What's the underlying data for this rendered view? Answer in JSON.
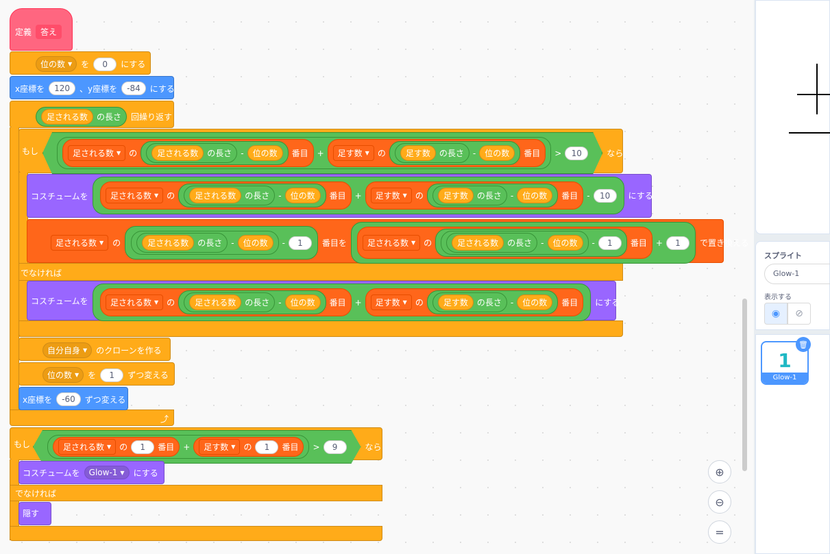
{
  "define": {
    "label": "定義",
    "name": "答え"
  },
  "b1": {
    "var": "位の数",
    "t1": "を",
    "v": "0",
    "t2": "にする"
  },
  "b2": {
    "t1": "x座標を",
    "x": "120",
    "t2": "、y座標を",
    "y": "-84",
    "t3": "にする"
  },
  "repeat": {
    "var": "足される数",
    "t1": "の長さ",
    "t2": "回繰り返す"
  },
  "if1": {
    "kw": "もし",
    "a": "足される数",
    "of": "の",
    "b": "足される数",
    "len": "の長さ",
    "minus": "-",
    "c": "位の数",
    "idx": "番目",
    "plus": "+",
    "d": "足す数",
    "e": "足す数",
    "f": "位の数",
    "gt": ">",
    "v": "10",
    "then": "なら"
  },
  "costume1": {
    "t1": "コスチュームを",
    "a": "足される数",
    "of": "の",
    "b": "足される数",
    "len": "の長さ",
    "minus": "-",
    "c": "位の数",
    "idx": "番目",
    "plus": "+",
    "d": "足す数",
    "e": "足す数",
    "f": "位の数",
    "v": "10",
    "t2": "にする"
  },
  "replace": {
    "a": "足される数",
    "of": "の",
    "b": "足される数",
    "len": "の長さ",
    "minus": "-",
    "c": "位の数",
    "one": "1",
    "idx": "番目を",
    "d": "足される数",
    "e": "足される数",
    "f": "位の数",
    "idx2": "番目",
    "plus": "+",
    "t": "で置き換える"
  },
  "else1": {
    "kw": "でなければ"
  },
  "costume2": {
    "t1": "コスチュームを",
    "a": "足される数",
    "of": "の",
    "b": "足される数",
    "len": "の長さ",
    "minus": "-",
    "c": "位の数",
    "idx": "番目",
    "plus": "+",
    "d": "足す数",
    "e": "足す数",
    "f": "位の数",
    "t2": "にする"
  },
  "clone": {
    "who": "自分自身",
    "t": "のクローンを作る"
  },
  "change1": {
    "var": "位の数",
    "t1": "を",
    "v": "1",
    "t2": "ずつ変える"
  },
  "change2": {
    "t1": "x座標を",
    "v": "-60",
    "t2": "ずつ変える"
  },
  "if2": {
    "kw": "もし",
    "a": "足される数",
    "of": "の",
    "one": "1",
    "idx": "番目",
    "plus": "+",
    "b": "足す数",
    "gt": ">",
    "v": "9",
    "then": "なら"
  },
  "costume3": {
    "t1": "コスチュームを",
    "name": "Glow-1",
    "t2": "にする"
  },
  "else2": {
    "kw": "でなければ"
  },
  "hide": {
    "t": "隠す"
  },
  "panel": {
    "sprite_label": "スプライト",
    "sprite_name": "Glow-1",
    "show_label": "表示する",
    "thumb_name": "Glow-1"
  },
  "icons": [
    "zoom-in-icon",
    "zoom-out-icon",
    "zoom-reset-icon",
    "eye-icon",
    "eye-off-icon",
    "delete-icon"
  ]
}
